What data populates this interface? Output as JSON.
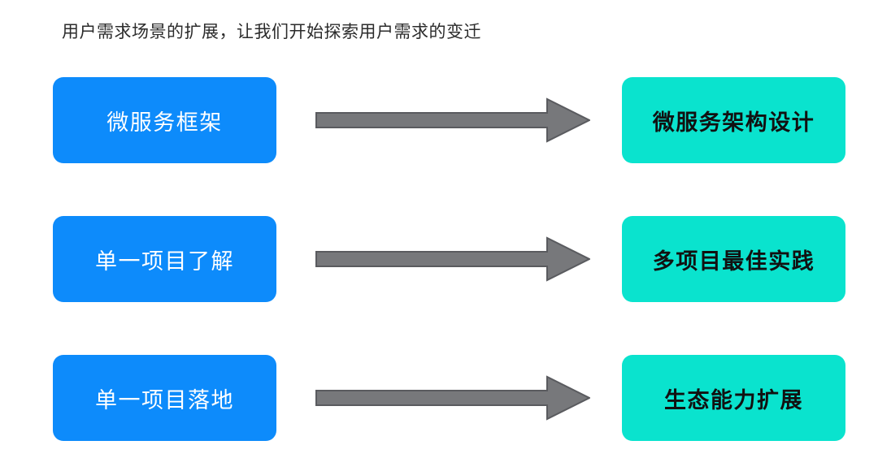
{
  "slide": {
    "title": "用户需求场景的扩展，让我们开始探索用户需求的变迁",
    "background_color": "#ffffff"
  },
  "theme": {
    "from_box_color": "#0d8bfb",
    "from_text_color": "#ffffff",
    "to_box_color": "#0ae3ce",
    "to_text_color": "#111111",
    "arrow_fill": "#77787b",
    "arrow_stroke": "#5a5b5f",
    "title_color": "#2b2b2b"
  },
  "rows": [
    {
      "from_label": "微服务框架",
      "arrow_icon": "right-arrow-icon",
      "to_label": "微服务架构设计"
    },
    {
      "from_label": "单一项目了解",
      "arrow_icon": "right-arrow-icon",
      "to_label": "多项目最佳实践"
    },
    {
      "from_label": "单一项目落地",
      "arrow_icon": "right-arrow-icon",
      "to_label": "生态能力扩展"
    }
  ]
}
